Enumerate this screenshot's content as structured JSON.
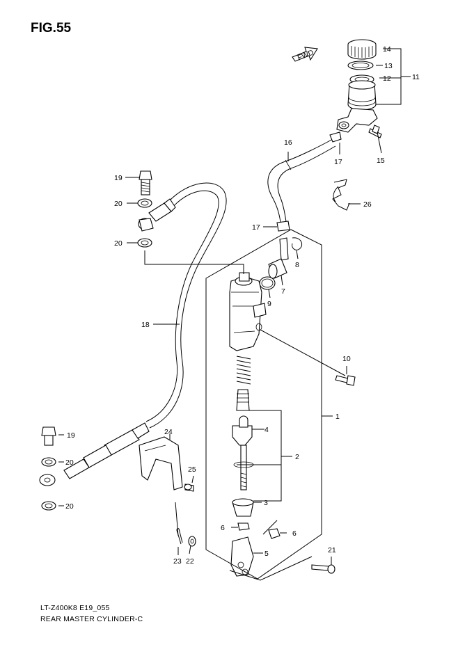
{
  "figure": {
    "title": "FIG.55",
    "model_code": "LT-Z400K8 E19_055",
    "caption": "REAR MASTER CYLINDER-C"
  },
  "callouts": {
    "c1": "1",
    "c2": "2",
    "c3": "3",
    "c4": "4",
    "c5": "5",
    "c6a": "6",
    "c6b": "6",
    "c7": "7",
    "c8": "8",
    "c9": "9",
    "c10": "10",
    "c11": "11",
    "c12": "12",
    "c13": "13",
    "c14": "14",
    "c15": "15",
    "c16": "16",
    "c17a": "17",
    "c17b": "17",
    "c18": "18",
    "c19a": "19",
    "c19b": "19",
    "c20a": "20",
    "c20b": "20",
    "c20c": "20",
    "c20d": "20",
    "c21": "21",
    "c22": "22",
    "c23": "23",
    "c24": "24",
    "c25": "25",
    "c26": "26"
  },
  "fwd_label": "FWD"
}
